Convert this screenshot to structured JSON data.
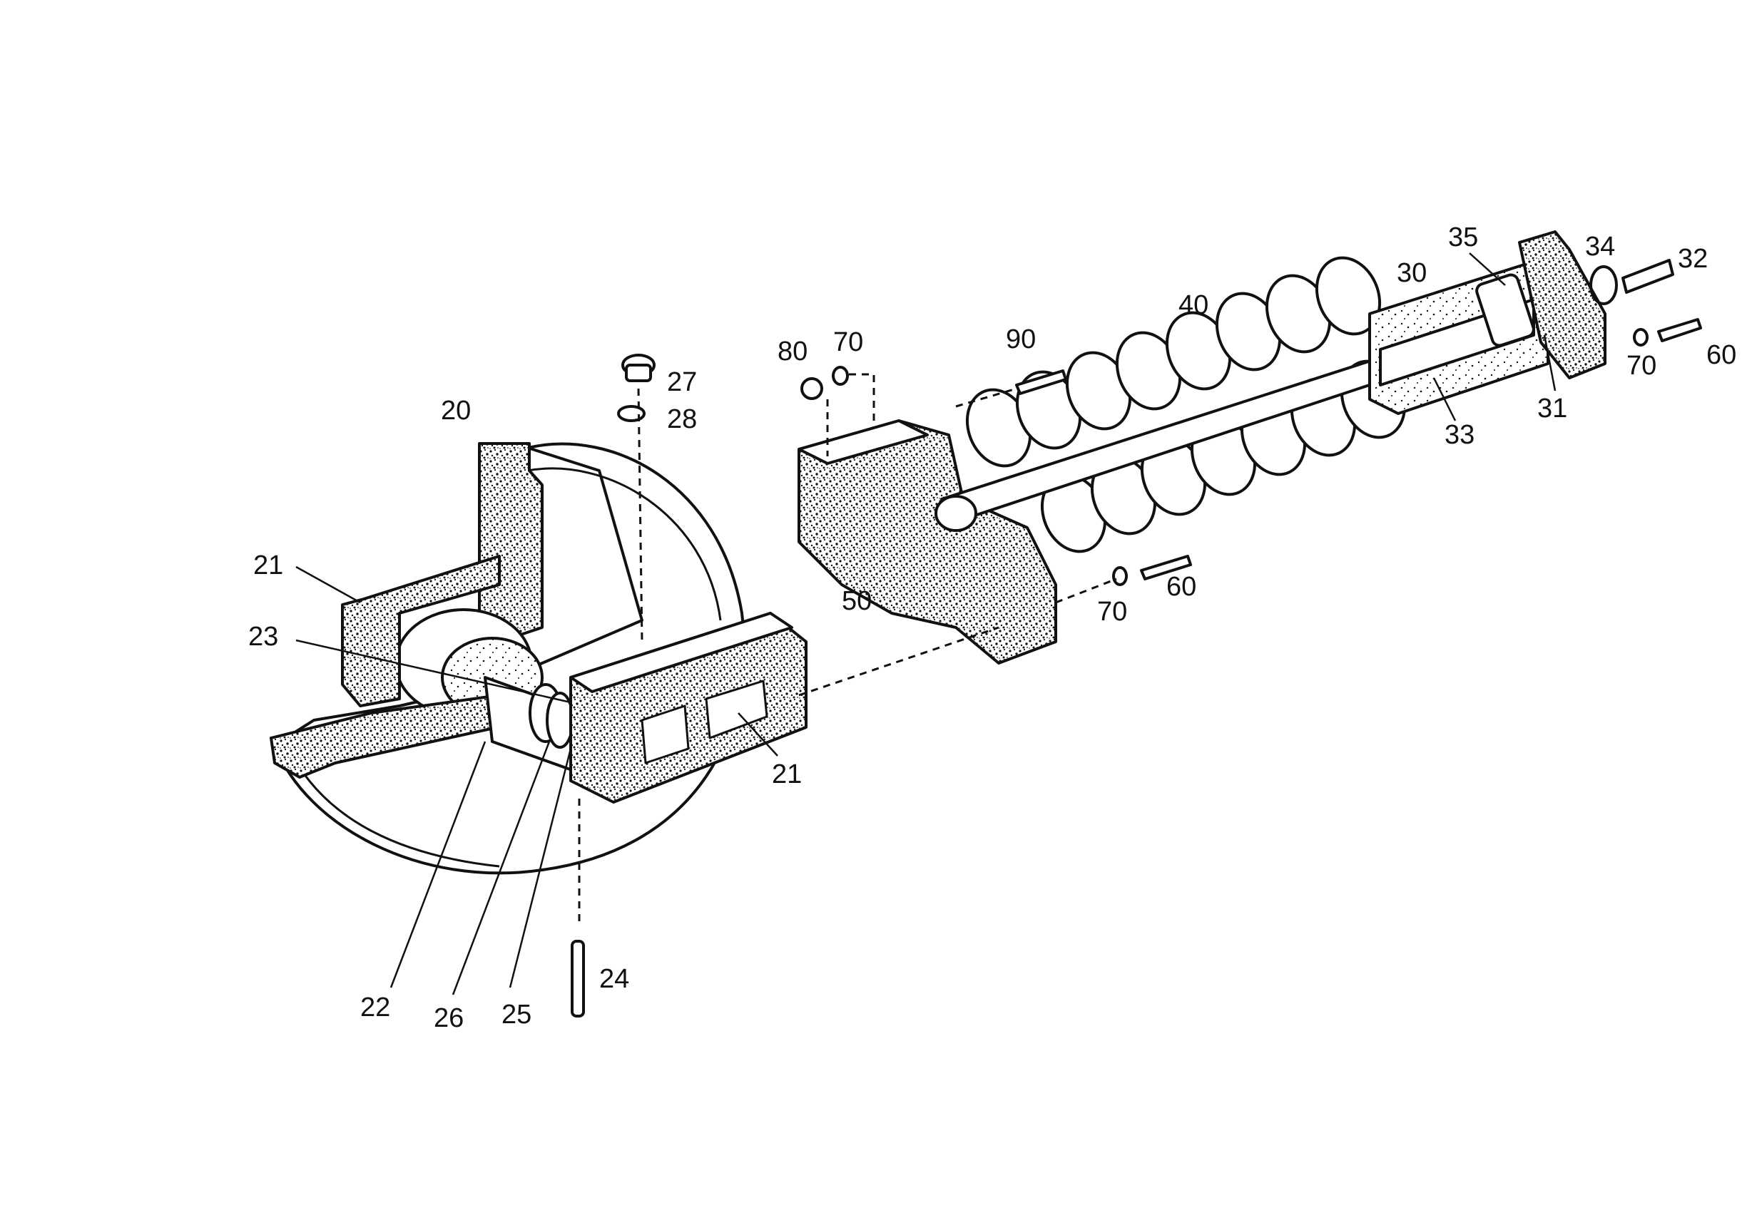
{
  "diagram": {
    "callouts": {
      "20": "20",
      "21": "21",
      "22": "22",
      "23": "23",
      "24": "24",
      "25": "25",
      "26": "26",
      "27": "27",
      "28": "28",
      "30": "30",
      "31": "31",
      "32": "32",
      "33": "33",
      "34": "34",
      "35": "35",
      "40": "40",
      "50": "50",
      "60": "60",
      "70": "70",
      "80": "80",
      "90": "90"
    }
  }
}
